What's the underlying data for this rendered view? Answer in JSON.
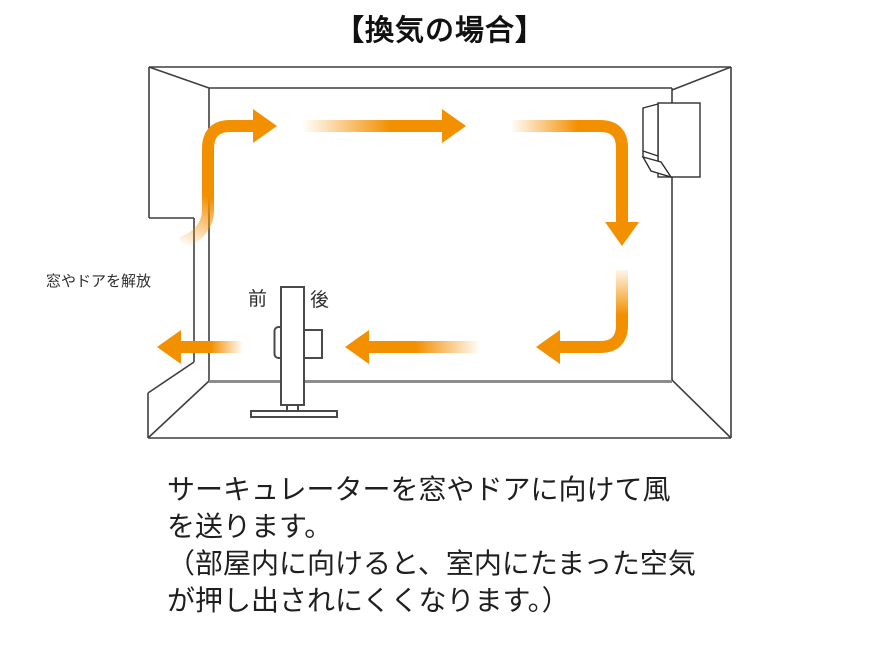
{
  "title": "【換気の場合】",
  "room": {
    "window_label": "窓やドアを解放"
  },
  "circulator": {
    "front_label": "前",
    "back_label": "後"
  },
  "caption": {
    "lines": [
      "サーキュレーターを窓やドアに向けて風",
      "を送ります。",
      "（部屋内に向けると、室内にたまった空気",
      "が押し出されにくくなります。）"
    ]
  },
  "colors": {
    "airflow_orange": "#F39000",
    "outline_gray": "#3F3F3F",
    "floor_gray": "#8C8C8C",
    "device_gray": "#4A4A4A",
    "text_black": "#1F1F1F"
  },
  "icons": [
    "room-wireframe",
    "airflow-arrow",
    "air-conditioner-icon",
    "circulator-fan-icon"
  ]
}
